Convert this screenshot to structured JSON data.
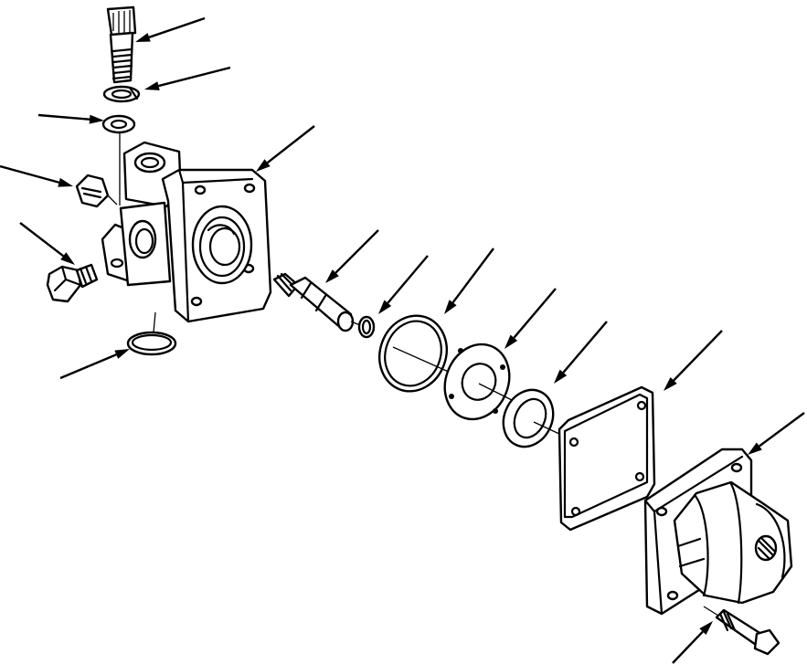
{
  "diagram": {
    "type": "exploded-parts-view",
    "line_color": "#000000",
    "background_color": "#ffffff",
    "parts": [
      "cap-screw",
      "spring-washer",
      "flat-washer",
      "plug",
      "bolt",
      "o-ring",
      "valve-body",
      "valve-spool",
      "small-o-ring",
      "large-o-ring",
      "plate",
      "seal-ring",
      "gasket",
      "actuator-cover",
      "mounting-bolt"
    ],
    "callouts": [
      {
        "part": "cap-screw"
      },
      {
        "part": "spring-washer"
      },
      {
        "part": "flat-washer"
      },
      {
        "part": "plug"
      },
      {
        "part": "bolt"
      },
      {
        "part": "o-ring"
      },
      {
        "part": "valve-body"
      },
      {
        "part": "valve-spool"
      },
      {
        "part": "small-o-ring"
      },
      {
        "part": "large-o-ring"
      },
      {
        "part": "plate"
      },
      {
        "part": "seal-ring"
      },
      {
        "part": "gasket"
      },
      {
        "part": "actuator-cover"
      },
      {
        "part": "mounting-bolt"
      }
    ]
  }
}
